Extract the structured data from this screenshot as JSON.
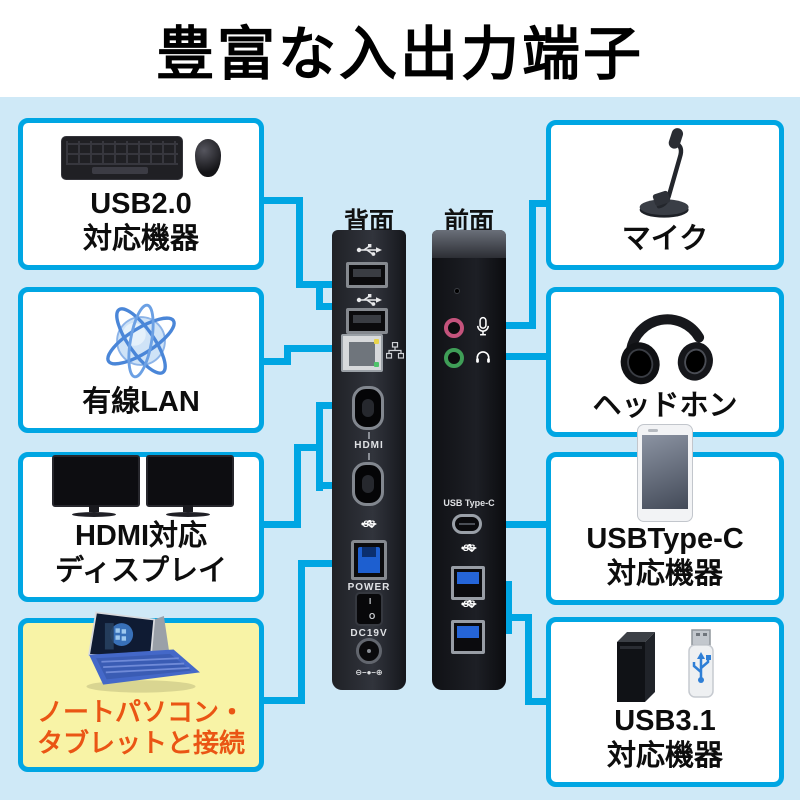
{
  "colors": {
    "accent": "#00a6e3",
    "bg": "#cfe9f7",
    "box-bg": "#ffffff",
    "highlight-bg": "#f8f3a6",
    "highlight-text": "#ea5514",
    "title-text": "#000000"
  },
  "title": "豊富な入出力端子",
  "center": {
    "rear_label": "背面",
    "front_label": "前面",
    "rear": {
      "hdmi": "HDMI",
      "ss": "SS",
      "power": "POWER",
      "dc": "DC19V",
      "switch_on": "I",
      "switch_off": "O",
      "polarity": "⊖–●–⊕"
    },
    "front": {
      "typec": "USB Type-C",
      "ss1": "SS",
      "ss2": "SS"
    }
  },
  "left_boxes": [
    {
      "line1": "USB2.0",
      "line2": "対応機器",
      "icon": "keyboard-mouse"
    },
    {
      "line1": "有線LAN",
      "icon": "network-globe"
    },
    {
      "line1": "HDMI対応",
      "line2": "ディスプレイ",
      "icon": "dual-displays"
    },
    {
      "line1": "ノートパソコン・",
      "line2": "タブレットと接続",
      "icon": "laptop-tablet"
    }
  ],
  "right_boxes": [
    {
      "line1": "マイク",
      "icon": "microphone"
    },
    {
      "line1": "ヘッドホン",
      "icon": "headphones"
    },
    {
      "line1": "USBType-C",
      "line2": "対応機器",
      "icon": "smartphone"
    },
    {
      "line1": "USB3.1",
      "line2": "対応機器",
      "icon": "tower-and-usb-drive"
    }
  ]
}
